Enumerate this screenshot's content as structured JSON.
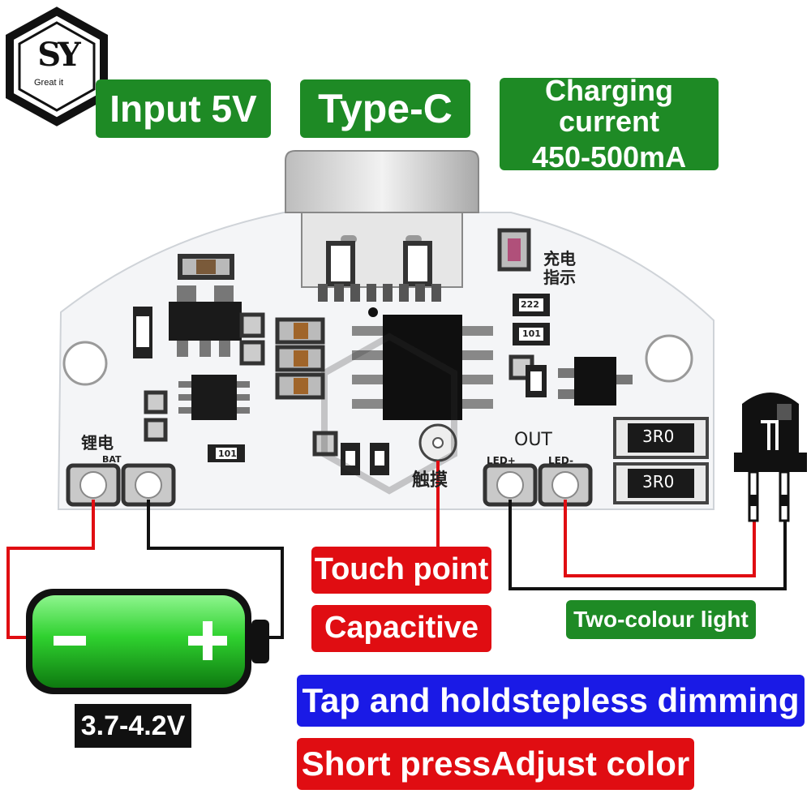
{
  "logo": {
    "monogram": "SY",
    "tagline": "Great it"
  },
  "labels": {
    "input": "Input 5V",
    "connector": "Type-C",
    "charging_line1": "Charging current",
    "charging_line2": "450-500mA",
    "touch_point": "Touch point",
    "capacitive": "Capacitive",
    "two_colour": "Two-colour light",
    "tap_hold": "Tap and holdstepless dimming",
    "short_press": "Short pressAdjust color",
    "battery_voltage": "3.7-4.2V"
  },
  "pcb": {
    "charge_indicator": "充电\n指示",
    "lithium": "锂电",
    "bat": "BAT",
    "out": "OUT",
    "led_plus": "LED+",
    "led_minus": "LED-",
    "touch": "触摸",
    "resistor_3r0": "3R0",
    "res_222": "222",
    "res_101": "101"
  },
  "colors": {
    "green": "#1e8a25",
    "red": "#e00d12",
    "blue": "#1a1ae6",
    "battery_green": "#33d633"
  }
}
